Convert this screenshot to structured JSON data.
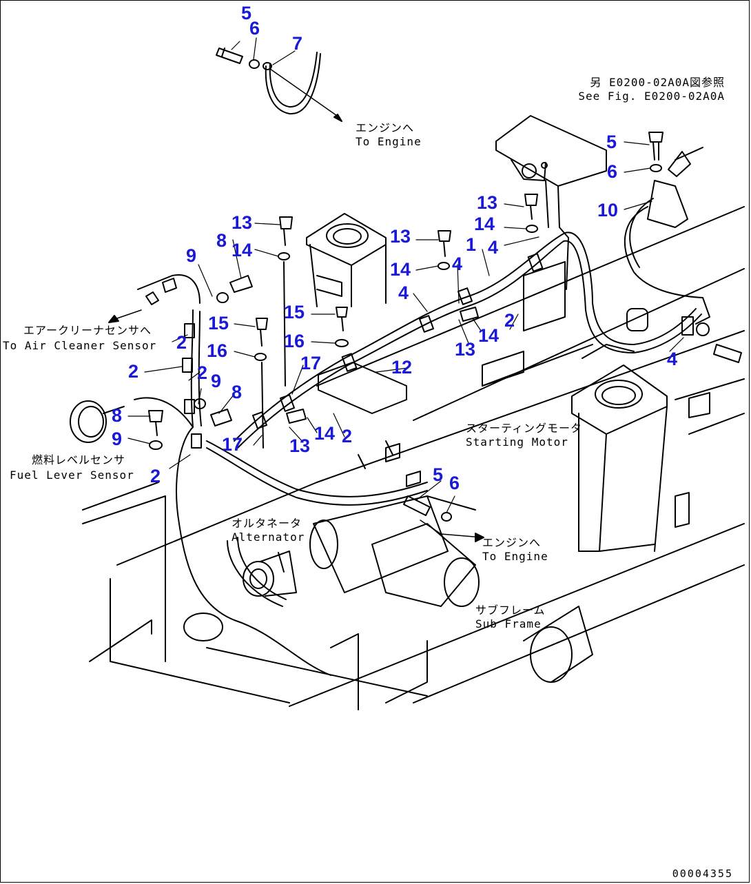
{
  "colors": {
    "callout": "#1a1ad6",
    "line": "#000000",
    "background": "#ffffff"
  },
  "callouts": [
    "5",
    "6",
    "7",
    "5",
    "6",
    "10",
    "13",
    "14",
    "4",
    "1",
    "13",
    "14",
    "4",
    "4",
    "2",
    "14",
    "13",
    "4",
    "13",
    "14",
    "8",
    "9",
    "15",
    "16",
    "15",
    "16",
    "17",
    "12",
    "2",
    "2",
    "2",
    "9",
    "8",
    "8",
    "9",
    "17",
    "13",
    "14",
    "2",
    "2",
    "5",
    "6"
  ],
  "notes": {
    "see_fig_jp": "另 E0200-02A0A図参照",
    "see_fig_en": "See Fig. E0200-02A0A",
    "engine_top_jp": "エンジンへ",
    "engine_top_en": "To Engine",
    "air_cleaner_jp": "エアークリーナセンサへ",
    "air_cleaner_en": "To Air Cleaner Sensor",
    "fuel_level_jp": "燃料レベルセンサ",
    "fuel_level_en": "Fuel Lever Sensor",
    "starting_motor_jp": "スターティングモータ",
    "starting_motor_en": "Starting Motor",
    "alternator_jp": "オルタネータ",
    "alternator_en": "Alternator",
    "engine_bottom_jp": "エンジンへ",
    "engine_bottom_en": "To Engine",
    "sub_frame_jp": "サブフレーム",
    "sub_frame_en": "Sub Frame"
  },
  "drawing_number": "00004355"
}
